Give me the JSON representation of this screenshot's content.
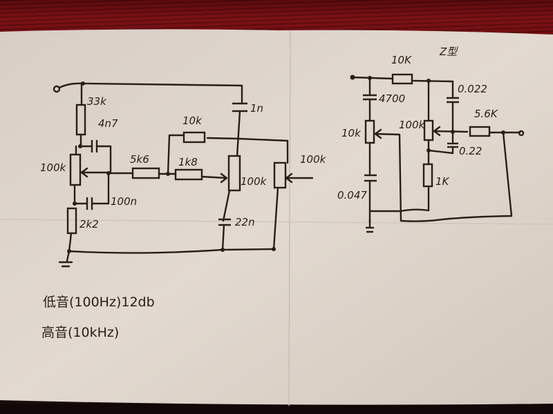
{
  "scene": {
    "description": "Photo of hand-drawn audio tone-control circuit schematics on folded paper",
    "colors": {
      "paper": "#ddd3ca",
      "ink": "#2a1d17",
      "wood": "#7e1216",
      "surface": "#120808"
    }
  },
  "left_circuit": {
    "labels": {
      "r_top": "33k",
      "c_bass_top": "4n7",
      "pot_bass": "100k",
      "c_bass_bottom": "100n",
      "r_bottom": "2k2",
      "r_series": "5k6",
      "r_treble_upper": "10k",
      "r_treble_lower": "1k8",
      "c_treble_top": "1n",
      "pot_treble": "100k",
      "c_treble_bottom": "22n",
      "pot_volume": "100k"
    }
  },
  "right_circuit": {
    "title": "Z型",
    "labels": {
      "r_input": "10K",
      "c_input": "4700",
      "pot_left": "10k",
      "c_left_bottom": "0.047",
      "c_top_right": "0.022",
      "pot_right": "100k",
      "c_mid_right": "0.22",
      "r_right_bottom": "1K",
      "r_output": "5.6K"
    }
  },
  "notes": [
    "低音(100Hz)12db",
    "高音(10kHz)"
  ]
}
